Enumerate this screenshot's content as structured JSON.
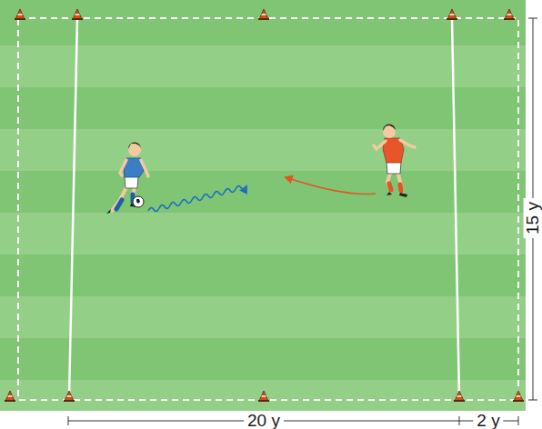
{
  "diagram": {
    "labels": [
      "20 y",
      "2 y",
      "15 y"
    ]
  }
}
